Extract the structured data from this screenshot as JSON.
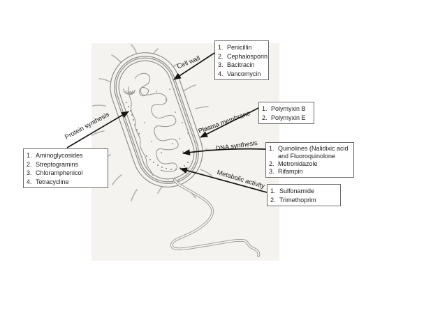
{
  "diagram": {
    "title_hint": "Antibiotic target sites on a bacterium",
    "arrow_labels": {
      "cell_wall": "Cell wall",
      "plasma_membrane": "Plasma membrane",
      "dna_synthesis": "DNA synthesis",
      "metabolic_activity": "Metabolic activity",
      "protein_synthesis": "Protein synthesis"
    },
    "boxes": {
      "cell_wall": {
        "items": [
          {
            "num": "1.",
            "text": "Penicillin"
          },
          {
            "num": "2.",
            "text": "Cephalosporin"
          },
          {
            "num": "3.",
            "text": "Bacitracin"
          },
          {
            "num": "4.",
            "text": "Vancomycin"
          }
        ]
      },
      "plasma_membrane": {
        "items": [
          {
            "num": "1.",
            "text": "Polymyxin B"
          },
          {
            "num": "2.",
            "text": "Polymyxin E"
          }
        ]
      },
      "dna_synthesis": {
        "items": [
          {
            "num": "1.",
            "text": "Quinolines (Nalidixic acid"
          },
          {
            "num": "",
            "text": "and Fluoroquinolone"
          },
          {
            "num": "2.",
            "text": "Metronidazole"
          },
          {
            "num": "3.",
            "text": "Rifampin"
          }
        ]
      },
      "metabolic_activity": {
        "items": [
          {
            "num": "1.",
            "text": "Sulfonamide"
          },
          {
            "num": "2.",
            "text": "Trimethoprim"
          }
        ]
      },
      "protein_synthesis": {
        "items": [
          {
            "num": "1.",
            "text": "Aminoglycosides"
          },
          {
            "num": "2.",
            "text": "Streptogramins"
          },
          {
            "num": "3.",
            "text": "Chloramphenicol"
          },
          {
            "num": "4.",
            "text": "Tetracycline"
          }
        ]
      }
    },
    "colors": {
      "scan_background": "#f4f3ef",
      "sketch_line": "#8e8e8e",
      "ink": "#151515"
    }
  }
}
